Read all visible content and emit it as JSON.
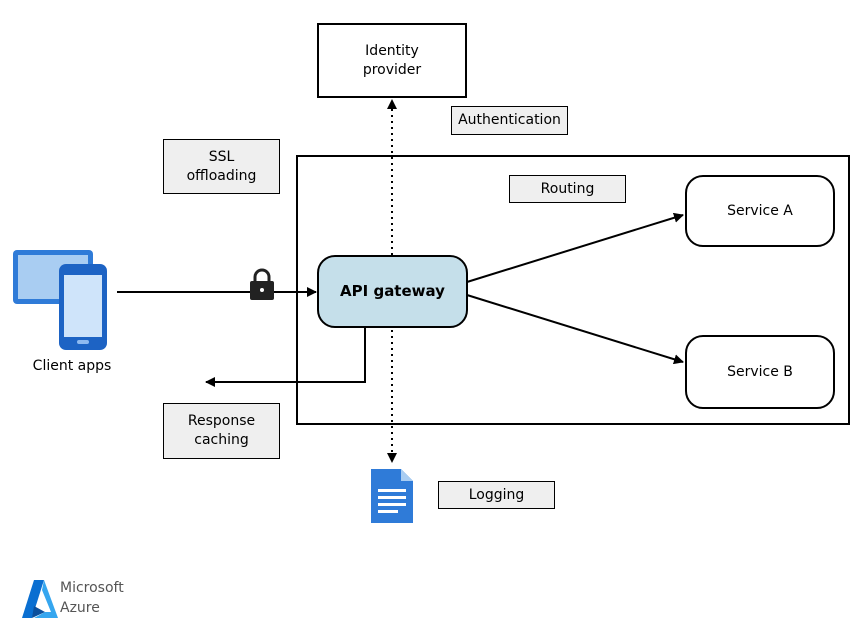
{
  "nodes": {
    "identity_provider": "Identity\nprovider",
    "authentication": "Authentication",
    "ssl_offloading": "SSL\noffloading",
    "routing": "Routing",
    "service_a": "Service A",
    "service_b": "Service B",
    "api_gateway": "API gateway",
    "client_apps": "Client apps",
    "response_caching": "Response\ncaching",
    "logging": "Logging"
  },
  "logo": {
    "line1": "Microsoft",
    "line2": "Azure"
  },
  "colors": {
    "gateway_fill": "#c5dfea",
    "label_fill": "#efefef",
    "device_blue": "#2f7bd8",
    "logo_blue": "#0a6fd1"
  },
  "icons": [
    "lock-icon",
    "devices-icon",
    "document-icon",
    "azure-logo-icon"
  ]
}
